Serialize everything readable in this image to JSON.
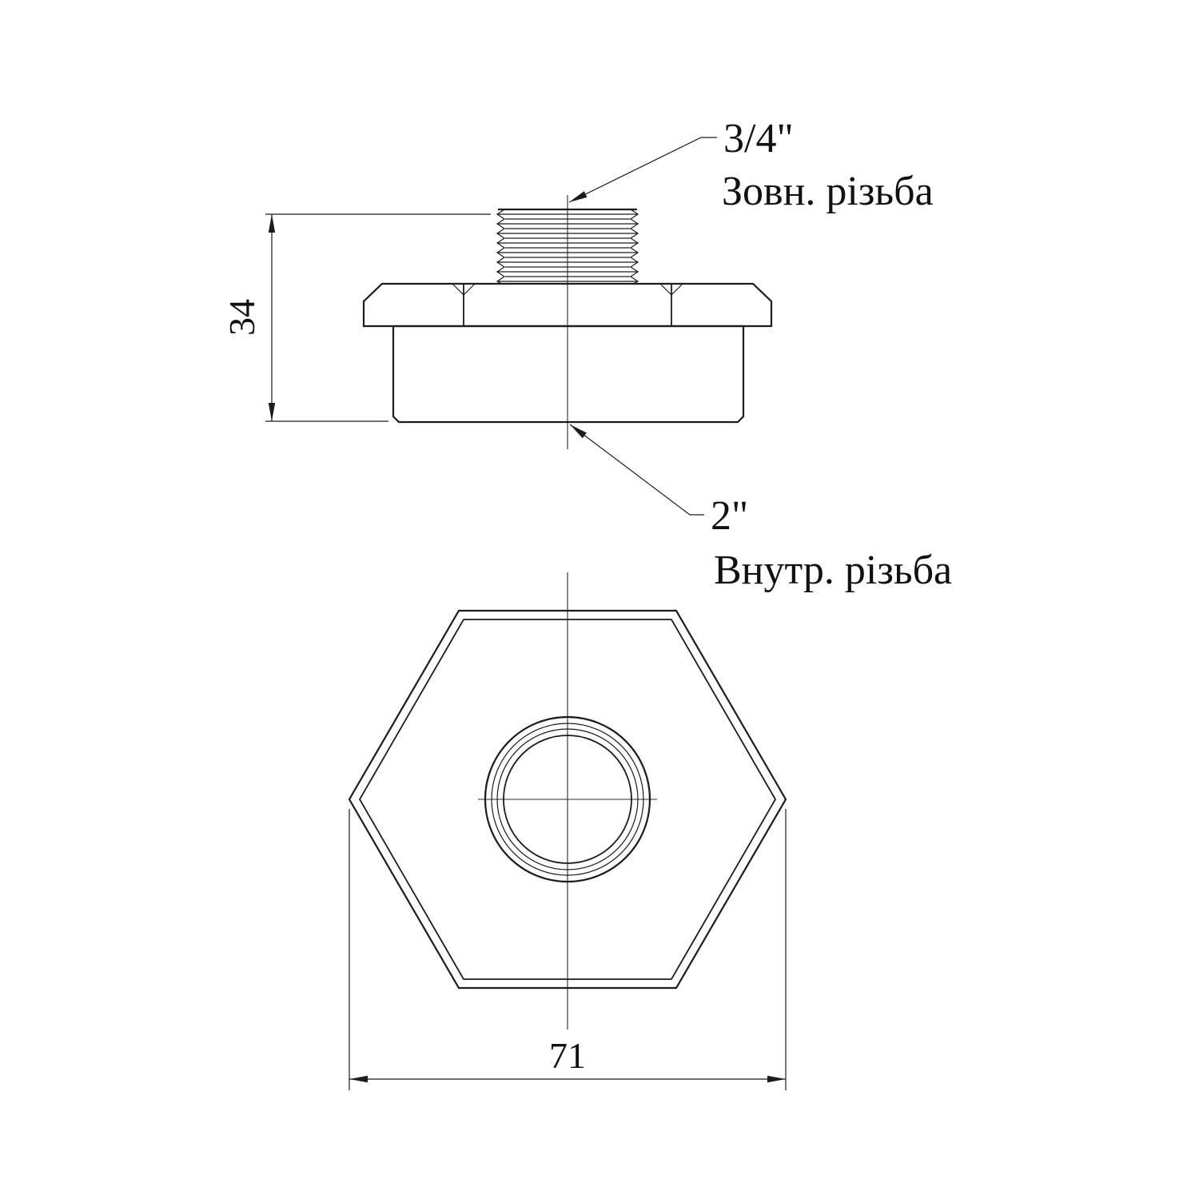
{
  "drawing": {
    "labels": {
      "top_size": "3/4\"",
      "top_thread_type": "Зовн. різьба",
      "bottom_size": "2\"",
      "bottom_thread_type": "Внутр. різьба"
    },
    "dimensions": {
      "height": "34",
      "width_across_corners": "71"
    },
    "colors": {
      "line": "#1c1c1c",
      "background": "#ffffff"
    }
  }
}
